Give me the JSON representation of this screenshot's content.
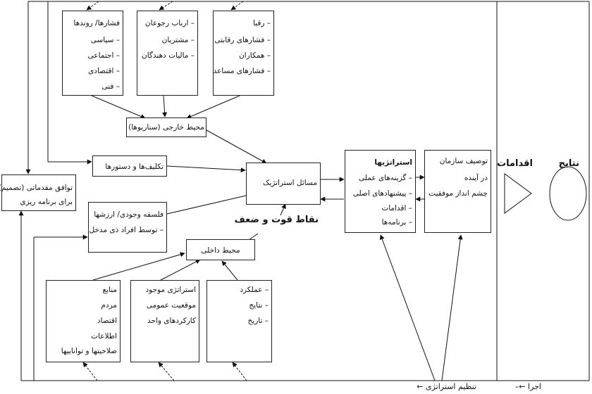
{
  "external": {
    "trends": [
      "فشارها/ روندها",
      "– سیاسی",
      "– اجتماعی",
      "– اقتصادی",
      "– فنی"
    ],
    "stakeholders": [
      "– ارباب رجوعان",
      "– مشتریان",
      "– مالیات دهندگان"
    ],
    "competitors": [
      "– رقبا",
      "– فشارهای رقابتی",
      "– همکاران",
      "– فشارهای مساعد"
    ],
    "environment": "محیط خارجی (سناریوها)"
  },
  "mandates": "تکلیف‌ها و دستورها",
  "agreement": [
    "توافق مقدماتی (تصمیم)",
    "برای برنامه ریزی"
  ],
  "mission": [
    "فلسفه وجودی/ ارزشها",
    "– توسط افراد ذی مدخل"
  ],
  "issues": "مسائل استراتژیک",
  "strengths_weaknesses": "نقاط قوت و ضعف",
  "internal": {
    "environment": "محیط داخلی",
    "resources": [
      "منابع",
      "مردم",
      "اقتصاد",
      "اطلاعات",
      "صلاحیتها و تواناییها"
    ],
    "present_strategy": [
      "استراتژی موجود",
      "موقعیت عمومی",
      "کارکردهای واحد"
    ],
    "performance": [
      "– عملکرد",
      "– نتایج",
      "– تاریخ"
    ]
  },
  "strategies": [
    "استراتژیها",
    "– گزینه‌های عملی",
    "– پیشنهادهای اصلی",
    "– اقدامات",
    "– برنامه‌ها"
  ],
  "vision": [
    "توصیف سازمان",
    "در آینده",
    "چشم انداز موفقیت"
  ],
  "actions": "اقدامات",
  "results": "نتایج",
  "bottom": {
    "formulation": "تنظیم استراتژی ←",
    "implementation": "اجرا ←–"
  }
}
